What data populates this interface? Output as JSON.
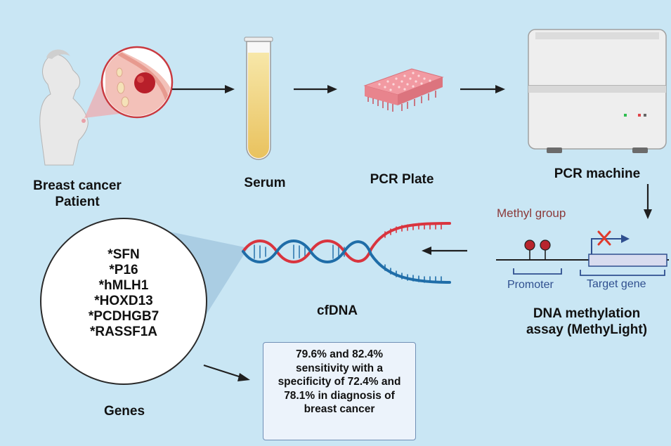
{
  "steps": {
    "patient": "Breast cancer Patient",
    "serum": "Serum",
    "plate": "PCR Plate",
    "machine": "PCR machine",
    "assay": "DNA methylation assay (MethyLight)",
    "cfdna": "cfDNA",
    "genes": "Genes"
  },
  "methylation": {
    "methyl_group": "Methyl group",
    "promoter": "Promoter",
    "target_gene": "Target gene"
  },
  "gene_list": [
    "*SFN",
    "*P16",
    "*hMLH1",
    "*HOXD13",
    "*PCDHGB7",
    "*RASSF1A"
  ],
  "result": "79.6% and 82.4% sensitivity with a specificity of 72.4% and 78.1% in diagnosis of breast cancer",
  "colors": {
    "background": "#c9e6f4",
    "dna_red": "#d9343e",
    "dna_blue": "#1f6da8",
    "methyl_marker": "#b8252d",
    "text_navy": "#2f4f8f"
  }
}
